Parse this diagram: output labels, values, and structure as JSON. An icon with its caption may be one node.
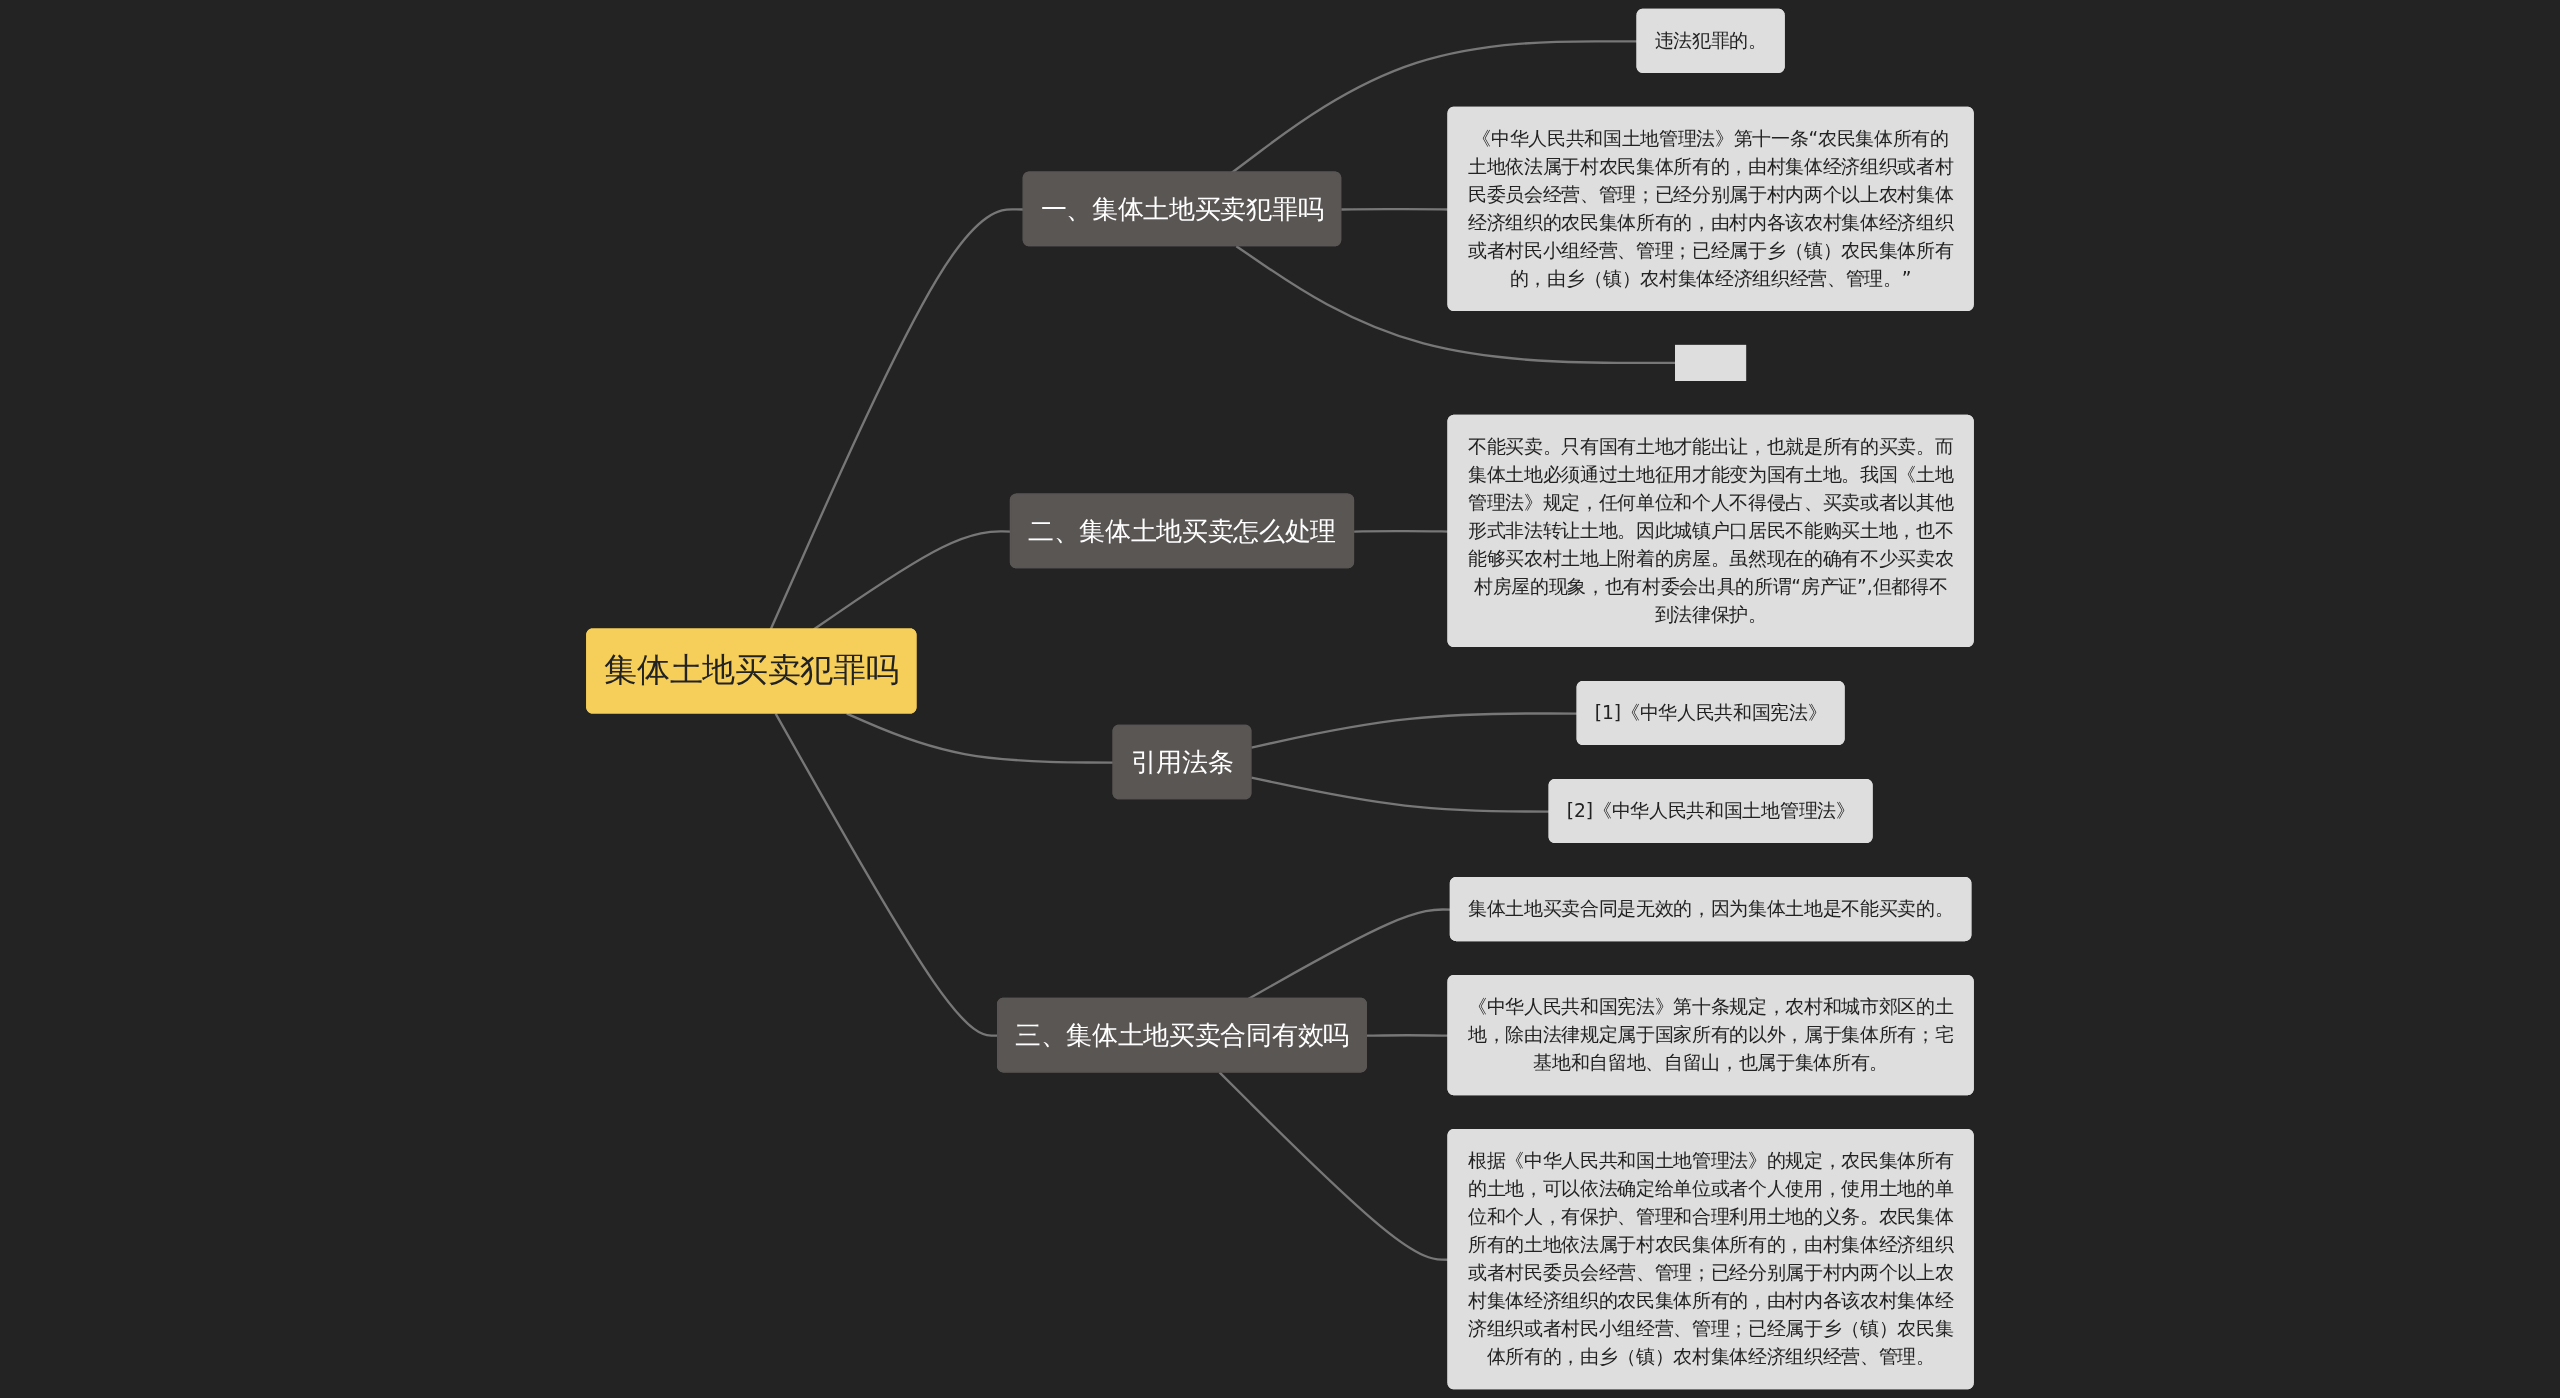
{
  "diagram": {
    "nodes": [
      {
        "text": [
          "集体土地买卖犯罪吗"
        ]
      },
      {
        "text": [
          "一、集体土地买卖犯罪吗"
        ]
      },
      {
        "text": [
          "违法犯罪的。"
        ]
      },
      {
        "text": [
          "《中华人民共和国土地管理法》第十一条“农民集体所有的土地依法属于村农民集体所有的，由村集体经济组织或者村民委员会经营、管理；已经分别属于村内两个以上农村集体经济组织的农民集体所有的，由村内各该农村集体经济组织或者村民小组经营、管理；已经属于乡（镇）农民集体所有的，由乡（镇）农村集体经济组织经营、管理。”"
        ]
      },
      {
        "text": [],
        "shape": "box"
      },
      {
        "text": [
          "二、集体土地买卖怎么处理"
        ]
      },
      {
        "text": [
          "不能买卖。只有国有土地才能出让，也就是所有的买卖。而集体土地必须通过土地征用才能变为国有土地。我国《土地管理法》规定，任何单位和个人不得侵占、买卖或者以其他形式非法转让土地。因此城镇户口居民不能购买土地，也不能够买农村土地上附着的房屋。虽然现在的确有不少买卖农村房屋的现象，也有村委会出具的所谓“房产证”,但都得不到法律保护。"
        ]
      },
      {
        "text": [
          "引用法条"
        ]
      },
      {
        "text": [
          "[1]《中华人民共和国宪法》"
        ]
      },
      {
        "text": [
          "[2]《中华人民共和国土地管理法》"
        ]
      },
      {
        "text": [
          "三、集体土地买卖合同有效吗"
        ]
      },
      {
        "text": [
          "集体土地买卖合同是无效的，因为集体土地是不能买卖的。"
        ]
      },
      {
        "text": [
          "《中华人民共和国宪法》第十条规定，农村和城市郊区的土地，除由法律规定属于国家所有的以外，属于集体所有；宅基地和自留地、自留山，也属于集体所有。"
        ]
      },
      {
        "text": [
          "根据《中华人民共和国土地管理法》的规定，农民集体所有的土地，可以依法确定给单位或者个人使用，使用土地的单位和个人，有保护、管理和合理利用土地的义务。农民集体所有的土地依法属于村农民集体所有的，由村集体经济组织或者村民委员会经营、管理；已经分别属于村内两个以上农村集体经济组织的农民集体所有的，由村内各该农村集体经济组织或者村民小组经营、管理；已经属于乡（镇）农民集体所有的，由乡（镇）农村集体经济组织经营、管理。"
        ]
      }
    ],
    "edges": [
      {
        "from": 0,
        "to": 1,
        "arrow": "none"
      },
      {
        "from": 1,
        "to": 2,
        "arrow": "none"
      },
      {
        "from": 1,
        "to": 3,
        "arrow": "none"
      },
      {
        "from": 1,
        "to": 4,
        "arrow": "none"
      },
      {
        "from": 0,
        "to": 5,
        "arrow": "none"
      },
      {
        "from": 5,
        "to": 6,
        "arrow": "none"
      },
      {
        "from": 0,
        "to": 7,
        "arrow": "none"
      },
      {
        "from": 7,
        "to": 8,
        "arrow": "none"
      },
      {
        "from": 7,
        "to": 9,
        "arrow": "none"
      },
      {
        "from": 0,
        "to": 10,
        "arrow": "none"
      },
      {
        "from": 10,
        "to": 11,
        "arrow": "none"
      },
      {
        "from": 10,
        "to": 12,
        "arrow": "none"
      },
      {
        "from": 10,
        "to": 13,
        "arrow": "none"
      }
    ]
  }
}
